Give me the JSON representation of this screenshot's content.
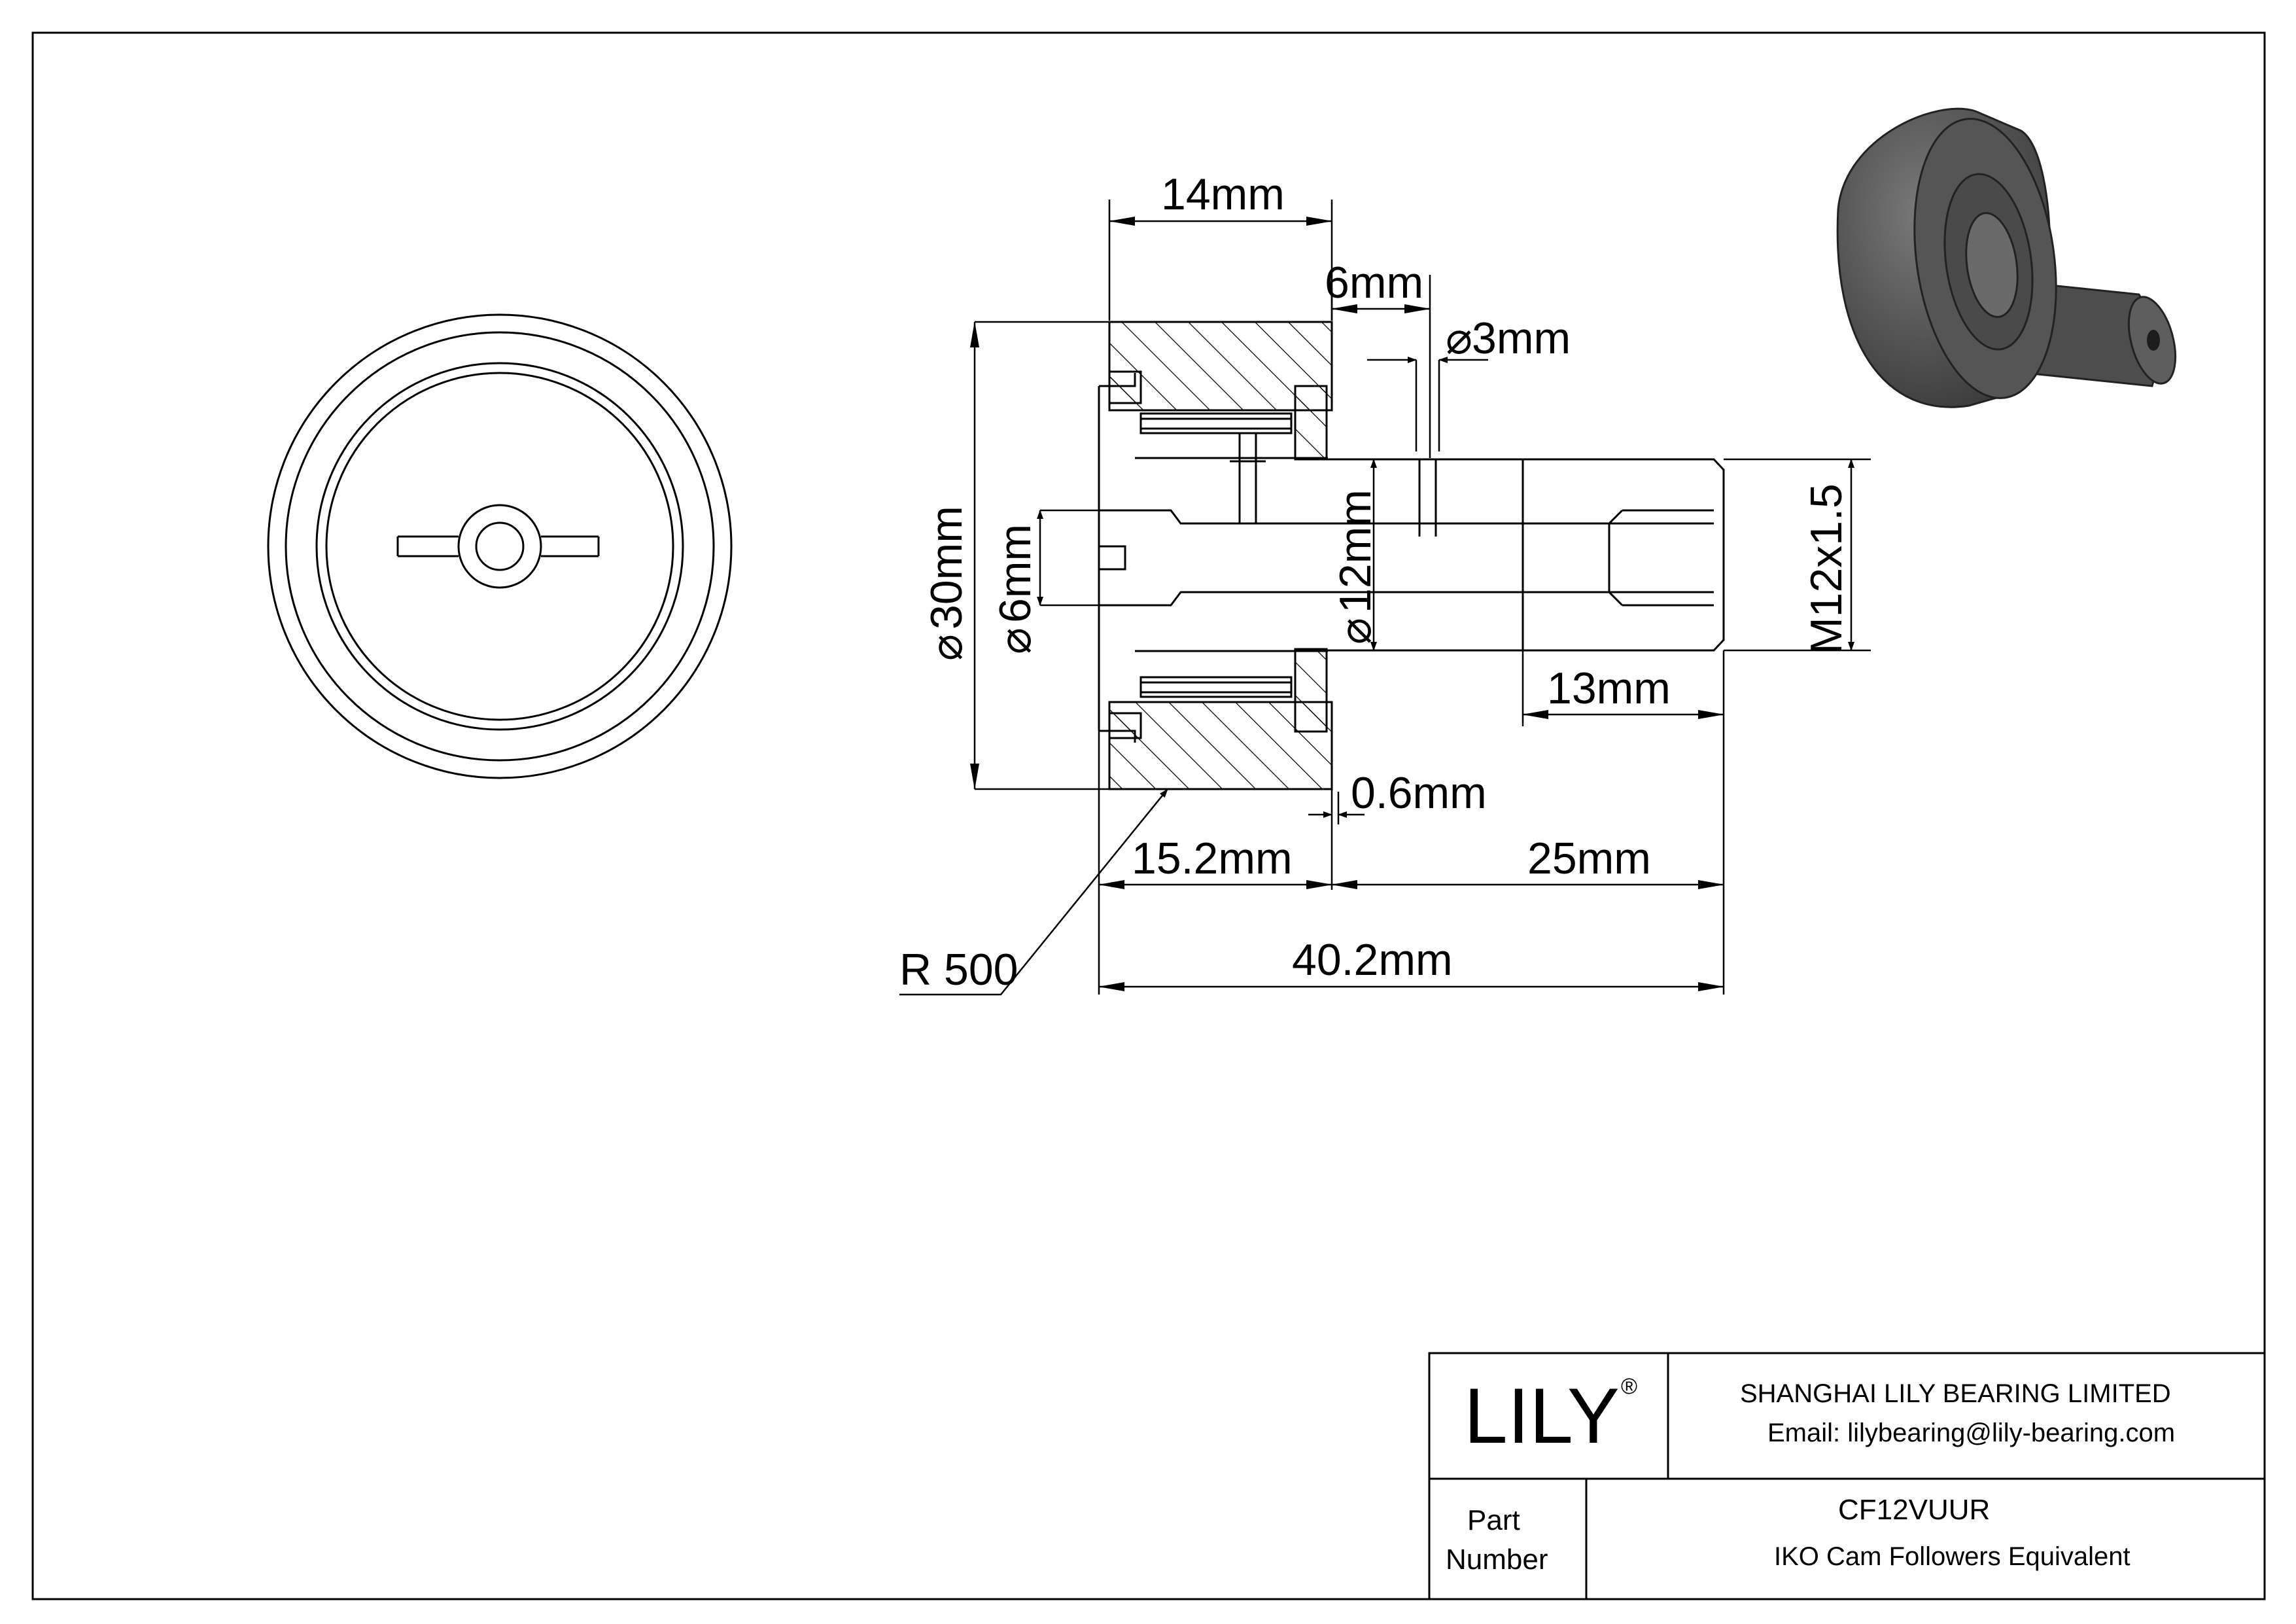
{
  "dimensions": {
    "width_14": "14mm",
    "width_6": "6mm",
    "dia_3": "3mm",
    "dia_30": "30mm",
    "dia_6": "6mm",
    "dia_12": "12mm",
    "thread": "M12x1.5",
    "len_13": "13mm",
    "gap_0_6": "0.6mm",
    "len_15_2": "15.2mm",
    "len_25": "25mm",
    "len_40_2": "40.2mm",
    "radius": "R 500"
  },
  "title_block": {
    "logo": "LILY",
    "logo_mark": "®",
    "company": "SHANGHAI LILY BEARING LIMITED",
    "email": "Email: lilybearing@lily-bearing.com",
    "part_label_1": "Part",
    "part_label_2": "Number",
    "part_number": "CF12VUUR",
    "description": "IKO Cam Followers Equivalent"
  },
  "colors": {
    "line": "#000000",
    "render_body": "#5a5a5a",
    "render_dark": "#3a3a3a"
  }
}
